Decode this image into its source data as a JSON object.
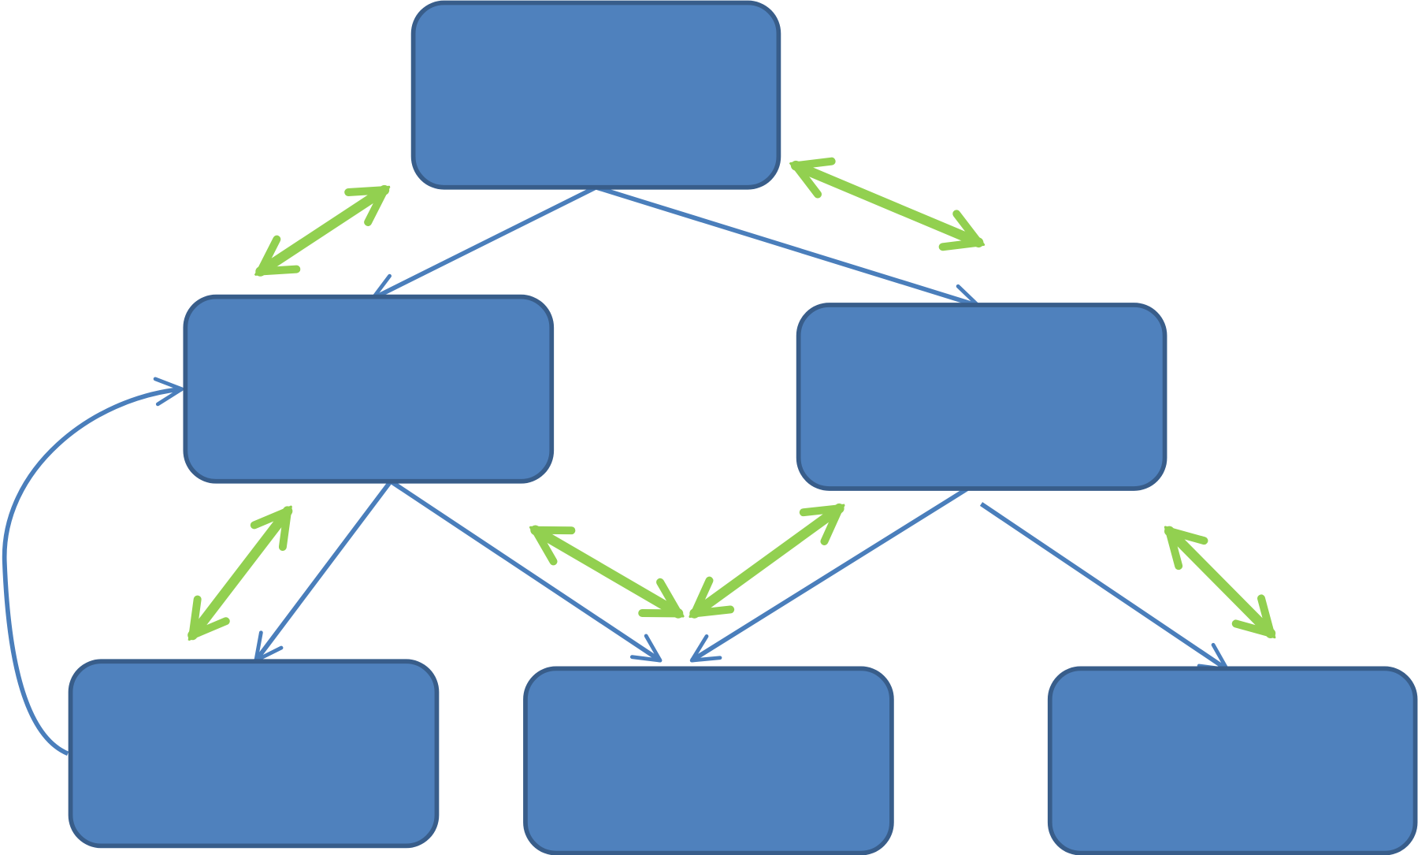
{
  "colors": {
    "node_fill": "#4f81bd",
    "node_stroke": "#385d8a",
    "hierarchy_arrow": "#4a7ebb",
    "relation_arrow": "#92d050",
    "background": "#ffffff"
  },
  "nodes": [
    {
      "id": "top",
      "label": ""
    },
    {
      "id": "mid-left",
      "label": ""
    },
    {
      "id": "mid-right",
      "label": ""
    },
    {
      "id": "bottom-left",
      "label": ""
    },
    {
      "id": "bottom-middle",
      "label": ""
    },
    {
      "id": "bottom-right",
      "label": ""
    }
  ],
  "hierarchy_edges": [
    {
      "from": "top",
      "to": "mid-left"
    },
    {
      "from": "top",
      "to": "mid-right"
    },
    {
      "from": "mid-left",
      "to": "bottom-left"
    },
    {
      "from": "mid-left",
      "to": "bottom-middle"
    },
    {
      "from": "mid-right",
      "to": "bottom-middle"
    },
    {
      "from": "mid-right",
      "to": "bottom-right"
    },
    {
      "from": "bottom-left",
      "to": "mid-left",
      "curved": true
    }
  ],
  "bidirectional_links": 6
}
